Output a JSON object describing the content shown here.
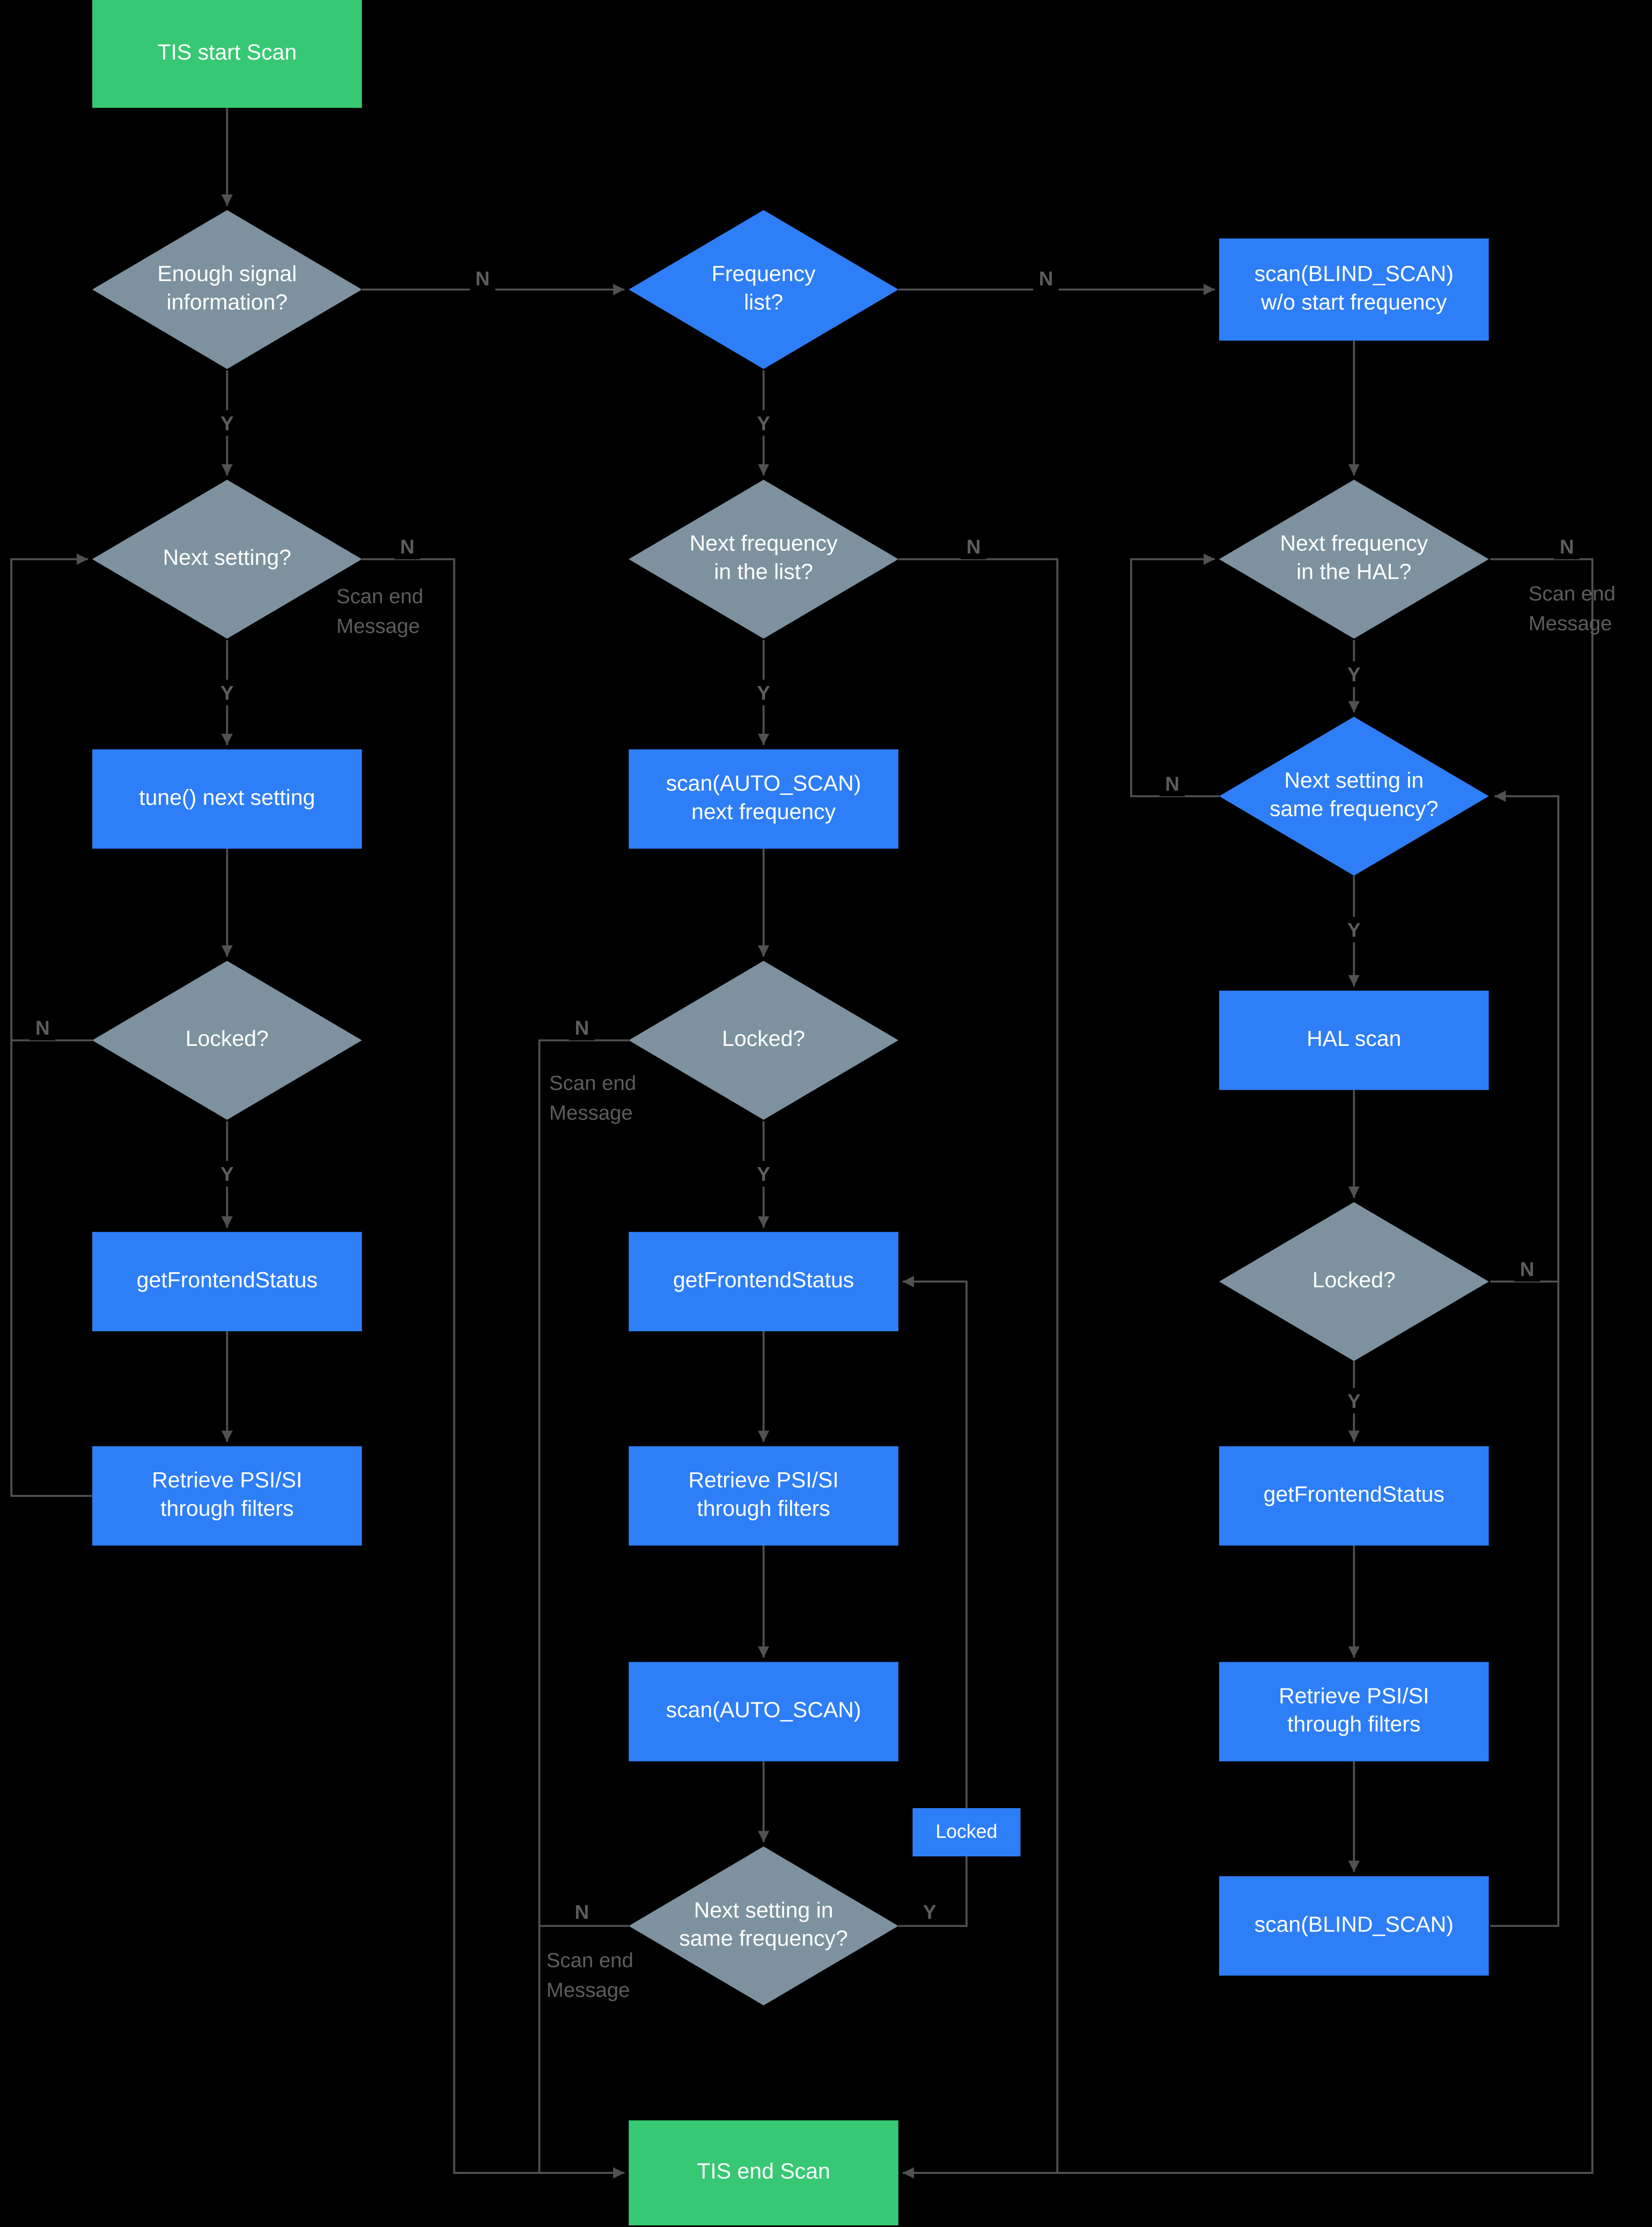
{
  "colors": {
    "background": "#000000",
    "process_blue": "#2e7ef7",
    "terminal_green": "#37c873",
    "decision_gray": "#7d929e",
    "edge_gray": "#515151",
    "edge_label_gray": "#5d5d5d",
    "node_text": "#ffffff"
  },
  "nodes": {
    "tis_start": {
      "label": "TIS start Scan"
    },
    "enough_signal": {
      "label": "Enough signal\ninformation?"
    },
    "next_setting": {
      "label": "Next setting?"
    },
    "tune_next_setting": {
      "label": "tune() next setting"
    },
    "locked_1": {
      "label": "Locked?"
    },
    "get_frontend_status_1": {
      "label": "getFrontendStatus"
    },
    "retrieve_psi_si_1": {
      "label": "Retrieve PSI/SI\nthrough filters"
    },
    "frequency_list": {
      "label": "Frequency\nlist?"
    },
    "next_frequency_in_list": {
      "label": "Next frequency\nin the list?"
    },
    "scan_auto_next_frequency": {
      "label": "scan(AUTO_SCAN)\nnext frequency"
    },
    "locked_2": {
      "label": "Locked?"
    },
    "get_frontend_status_2": {
      "label": "getFrontendStatus"
    },
    "retrieve_psi_si_2": {
      "label": "Retrieve PSI/SI\nthrough filters"
    },
    "scan_auto": {
      "label": "scan(AUTO_SCAN)"
    },
    "locked_tag": {
      "label": "Locked"
    },
    "next_setting_same_freq_2": {
      "label": "Next setting in\nsame frequency?"
    },
    "tis_end": {
      "label": "TIS end Scan"
    },
    "scan_blind_wo_start": {
      "label": "scan(BLIND_SCAN)\nw/o start frequency"
    },
    "next_frequency_in_hal": {
      "label": "Next frequency\nin the HAL?"
    },
    "next_setting_same_freq_3": {
      "label": "Next setting in\nsame frequency?"
    },
    "hal_scan": {
      "label": "HAL scan"
    },
    "locked_3": {
      "label": "Locked?"
    },
    "get_frontend_status_3": {
      "label": "getFrontendStatus"
    },
    "retrieve_psi_si_3": {
      "label": "Retrieve PSI/SI\nthrough filters"
    },
    "scan_blind": {
      "label": "scan(BLIND_SCAN)"
    }
  },
  "edge_labels": {
    "yes": "Y",
    "no": "N",
    "scan_end_message": "Scan end\nMessage"
  }
}
